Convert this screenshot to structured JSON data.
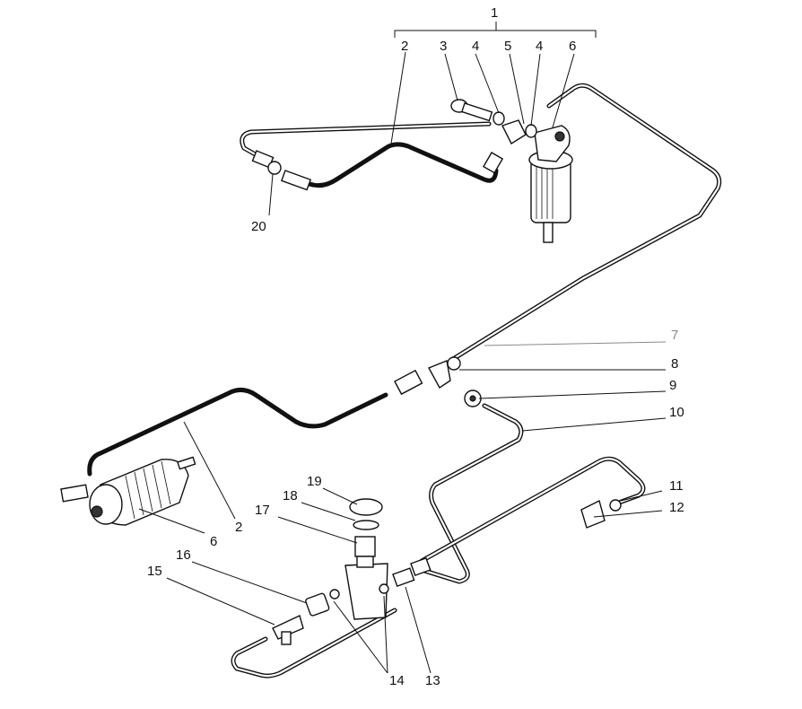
{
  "labels": {
    "l1": "1",
    "l2a": "2",
    "l3": "3",
    "l4a": "4",
    "l5": "5",
    "l4b": "4",
    "l6a": "6",
    "l20": "20",
    "l7": "7",
    "l8": "8",
    "l9": "9",
    "l10": "10",
    "l2b": "2",
    "l6b": "6",
    "l11": "11",
    "l12": "12",
    "l19": "19",
    "l18": "18",
    "l17": "17",
    "l16": "16",
    "l15": "15",
    "l14": "14",
    "l13": "13"
  },
  "colors": {
    "ink": "#111111",
    "muted_label": "#8a8a8a",
    "paper": "#ffffff"
  }
}
